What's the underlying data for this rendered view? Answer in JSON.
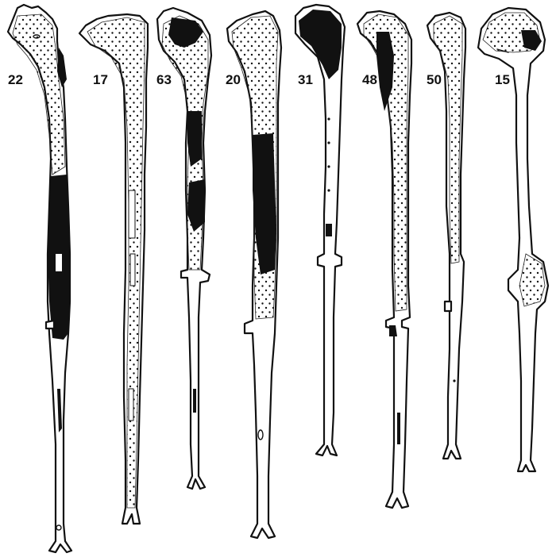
{
  "figure": {
    "specimens": [
      {
        "label": "22"
      },
      {
        "label": "17"
      },
      {
        "label": "63"
      },
      {
        "label": "20"
      },
      {
        "label": "31"
      },
      {
        "label": "48"
      },
      {
        "label": "50"
      },
      {
        "label": "15"
      }
    ]
  }
}
